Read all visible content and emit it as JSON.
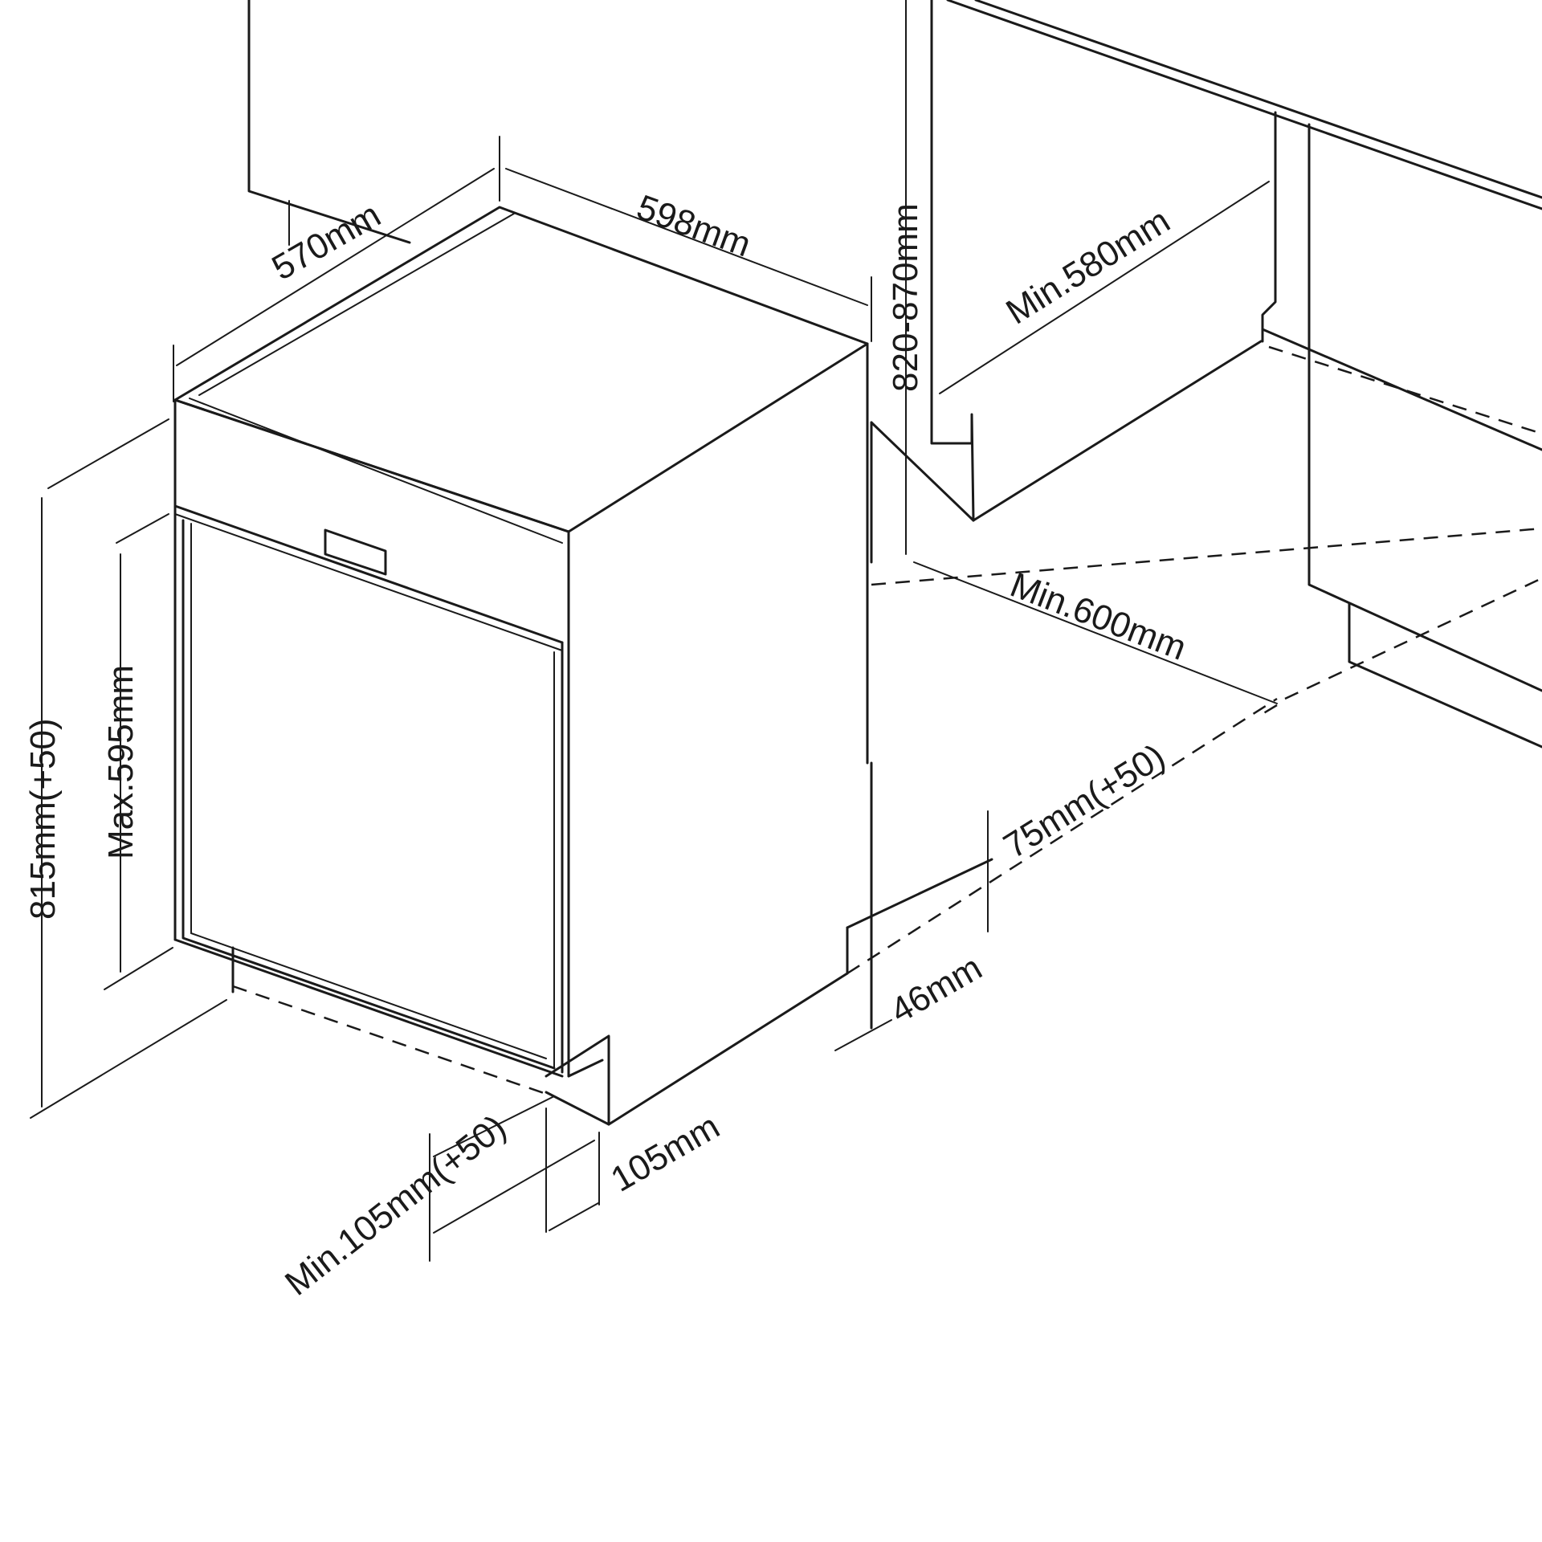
{
  "dimensions": {
    "depth": "570mm",
    "width": "598mm",
    "niche_height": "820-870mm",
    "niche_depth": "Min.580mm",
    "niche_width": "Min.600mm",
    "total_height": "815mm(+50)",
    "door_height": "Max.595mm",
    "plinth_height": "75mm(+50)",
    "plinth_offset": "46mm",
    "foot_depth": "Min.105mm(+50)",
    "foot_front": "105mm"
  }
}
